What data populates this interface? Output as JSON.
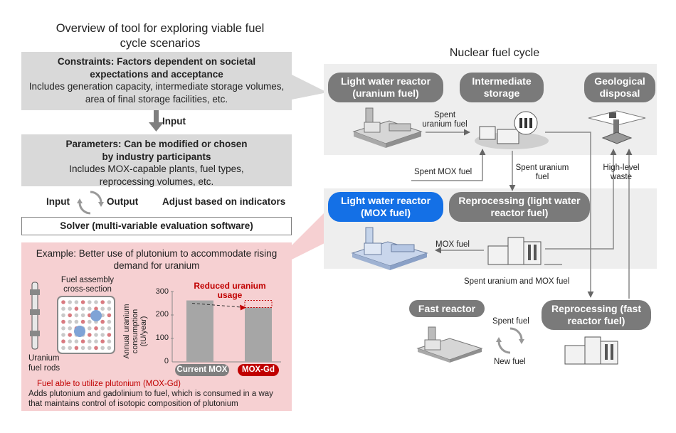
{
  "left": {
    "title": "Overview of tool for exploring viable fuel cycle scenarios",
    "constraints": {
      "heading": "Constraints: Factors dependent on societal expectations and acceptance",
      "detail": "Includes generation capacity, intermediate storage volumes, area of final storage facilities, etc."
    },
    "input_arrow_label": "Input",
    "parameters": {
      "heading": "Parameters: Can be modified or chosen by industry participants",
      "detail": "Includes MOX-capable plants, fuel types, reprocessing volumes, etc."
    },
    "loop_input": "Input",
    "loop_output": "Output",
    "adjust": "Adjust based on indicators",
    "solver": "Solver (multi-variable evaluation software)"
  },
  "example": {
    "heading": "Example: Better use of plutonium to accommodate rising demand for uranium",
    "assembly_label": "Fuel assembly cross-section",
    "rods_label": "Uranium fuel rods",
    "mox_gd_title": "Fuel able to utilize plutonium (MOX-Gd)",
    "mox_gd_desc": "Adds plutonium and gadolinium to fuel, which is consumed in a way that maintains control of isotopic composition of plutonium"
  },
  "chart_data": {
    "type": "bar",
    "categories": [
      "Current MOX",
      "MOX-Gd"
    ],
    "values": [
      262,
      232
    ],
    "ylabel": "Annual uranium consumption (tU/year)",
    "ylim": [
      0,
      300
    ],
    "yticks": [
      "300",
      "200",
      "100",
      "0"
    ],
    "annotation": "Reduced uranium usage",
    "colors": {
      "bar": "#a6a6a6",
      "label_current": "#7f7f7f",
      "label_gd": "#c00000",
      "annotation": "#c00000"
    }
  },
  "cycle": {
    "title": "Nuclear fuel cycle",
    "lwr_uranium": "Light water reactor (uranium fuel)",
    "intermediate_storage": "Intermediate storage",
    "geological_disposal": "Geological disposal",
    "lwr_mox": "Light water reactor (MOX fuel)",
    "reprocessing_lwr": "Reprocessing (light water reactor fuel)",
    "fast_reactor": "Fast reactor",
    "reprocessing_fast": "Reprocessing (fast reactor fuel)",
    "spent_uranium_fuel_1": "Spent uranium fuel",
    "spent_mox_fuel": "Spent MOX fuel",
    "spent_uranium_fuel_2": "Spent uranium fuel",
    "high_level_waste": "High-level waste",
    "mox_fuel": "MOX fuel",
    "spent_uranium_and_mox": "Spent uranium and MOX fuel",
    "spent_fuel": "Spent fuel",
    "new_fuel": "New fuel"
  },
  "colors": {
    "mox_pill": "#1470e6",
    "pill": "#7a7a7a",
    "gray_panel": "#d9d9d9",
    "pink_panel": "#f6d0d2",
    "red_text": "#c00000"
  }
}
